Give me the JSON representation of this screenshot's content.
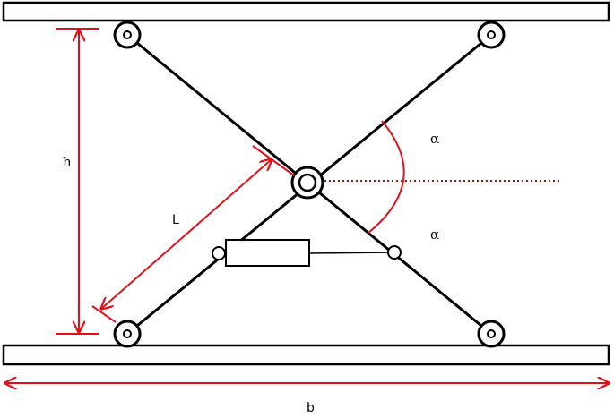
{
  "labels": {
    "height": "h",
    "length": "L",
    "angle_upper": "α",
    "angle_lower": "α",
    "base_width": "b"
  },
  "colors": {
    "structure": "#000000",
    "dimension": "#e0101a",
    "background": "#ffffff"
  }
}
